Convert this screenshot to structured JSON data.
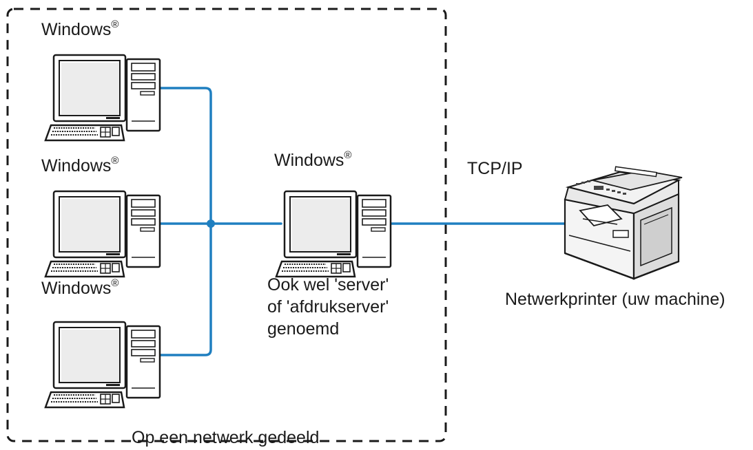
{
  "labels": {
    "pc1_os": "Windows",
    "pc2_os": "Windows",
    "pc3_os": "Windows",
    "server_os": "Windows",
    "registered_mark": "®",
    "server_caption_lines": [
      "Ook wel 'server'",
      "of 'afdrukserver'",
      "genoemd"
    ],
    "protocol": "TCP/IP",
    "printer_caption": "Netwerkprinter (uw machine)",
    "group_caption": "Op een netwerk gedeeld"
  },
  "icons": {
    "client_pc": "desktop-computer-icon",
    "server_pc": "desktop-computer-icon",
    "printer": "multifunction-printer-icon"
  },
  "colors": {
    "network_line": "#1f7fc0",
    "outline": "#1a1a1a",
    "screen": "#ececec"
  }
}
